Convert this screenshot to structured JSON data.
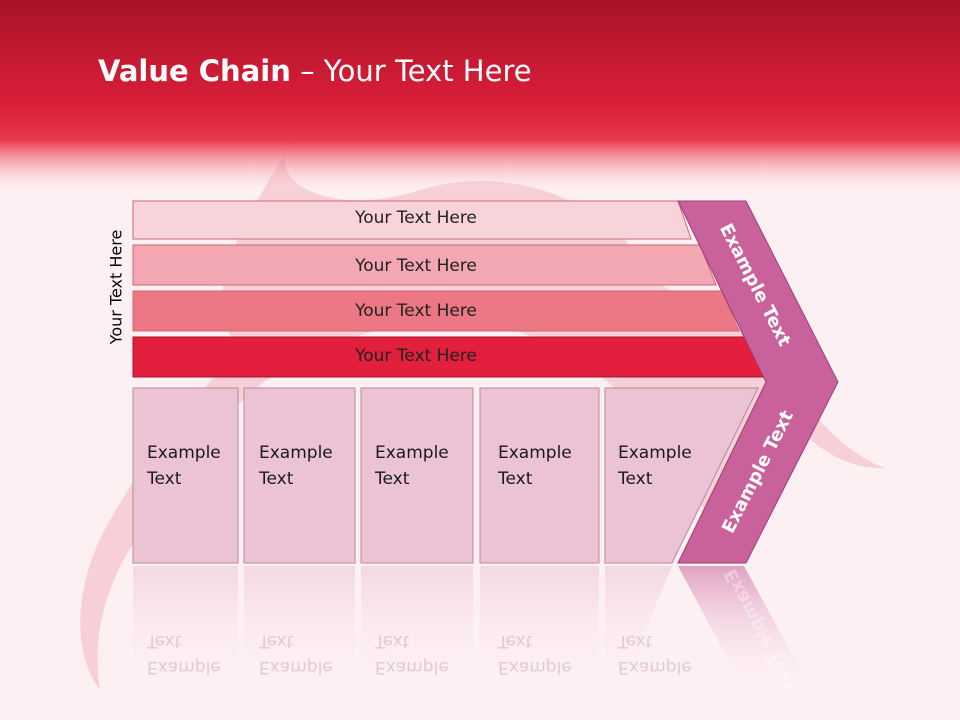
{
  "colors": {
    "header": "#d81e3a",
    "band1": "#f9d3da",
    "band2": "#f3a7b2",
    "band3": "#ec7785",
    "band4": "#e21f3c",
    "box": "#ebc3d5",
    "chevron": "#c9619a"
  },
  "title": {
    "bold": "Value Chain",
    "rest": " – Your Text Here"
  },
  "side_label": "Your Text Here",
  "bands": [
    {
      "label": "Your Text Here"
    },
    {
      "label": "Your Text Here"
    },
    {
      "label": "Your Text Here"
    },
    {
      "label": "Your Text Here"
    }
  ],
  "boxes": [
    {
      "line1": "Example",
      "line2": "Text"
    },
    {
      "line1": "Example",
      "line2": "Text"
    },
    {
      "line1": "Example",
      "line2": "Text"
    },
    {
      "line1": "Example",
      "line2": "Text"
    },
    {
      "line1": "Example",
      "line2": "Text"
    }
  ],
  "chevron": {
    "upper": "Example Text",
    "lower": "Example Text"
  }
}
